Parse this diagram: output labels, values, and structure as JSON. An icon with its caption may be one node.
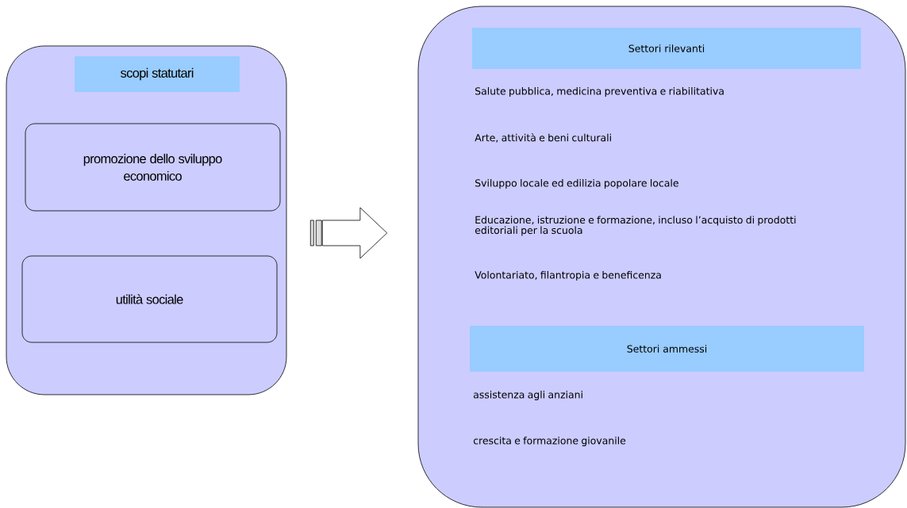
{
  "diagram": {
    "nodes": [
      {
        "text": [],
        "shape": "box"
      },
      {
        "text": [
          "scopi statutari"
        ],
        "in": 0
      },
      {
        "text": [
          "promozione dello sviluppo economico"
        ],
        "in": 0
      },
      {
        "text": [
          "utilità sociale"
        ],
        "in": 0
      },
      {
        "text": [],
        "shape": "box"
      },
      {
        "text": [
          "Settori rilevanti"
        ],
        "in": 4
      },
      {
        "text": [
          "Settori ammessi"
        ],
        "in": 4
      }
    ],
    "edges": [
      {
        "from": 0,
        "to": 4,
        "arrow": "to"
      }
    ],
    "labels": [
      "Salute pubblica, medicina preventiva e riabilitativa",
      "Arte, attività e beni culturali",
      "Sviluppo locale ed edilizia popolare locale",
      "Educazione, istruzione e formazione, incluso l’acquisto di prodotti editoriali per la scuola",
      "Volontariato, filantropia e beneficenza",
      "assistenza agli anziani",
      "crescita e formazione giovanile"
    ]
  }
}
